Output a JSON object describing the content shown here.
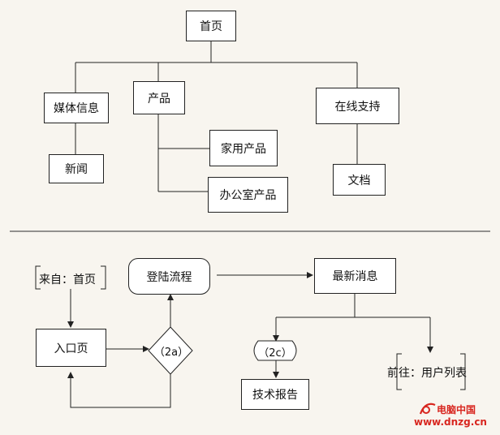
{
  "colors": {
    "background": "#f8f5ef",
    "line": "#222222",
    "box_fill": "#ffffff",
    "divider": "#555555",
    "watermark": "#d8261f"
  },
  "sitemap": {
    "home": "首页",
    "media_info": "媒体信息",
    "news": "新闻",
    "products": "产品",
    "home_products": "家用产品",
    "office_products": "办公室产品",
    "online_support": "在线支持",
    "documents": "文档"
  },
  "flow": {
    "from_home": "来自：首页",
    "entry_page": "入口页",
    "login_flow": "登陆流程",
    "decision_2a": "（2a）",
    "latest_news": "最新消息",
    "ref_2c": "（2c）",
    "tech_report": "技术报告",
    "goto_user_list": "前往：用户列表"
  },
  "watermark": {
    "site_name": "电脑中国",
    "url": "www.dnzg.cn"
  }
}
